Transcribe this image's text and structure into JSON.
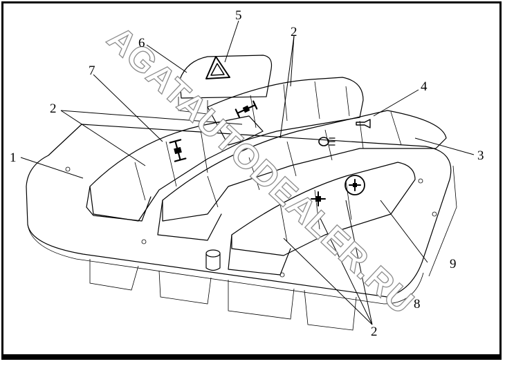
{
  "watermark": "AGATAUTODEALER.RU",
  "callouts": {
    "c1": "1",
    "c2a": "2",
    "c2b": "2",
    "c2c": "2",
    "c3": "3",
    "c4": "4",
    "c5": "5",
    "c6": "6",
    "c7": "7",
    "c8": "8",
    "c9": "9"
  },
  "icons": [
    "hazard-triangle-icon",
    "axle-diff-lock-icon",
    "cross-axle-lock-icon",
    "fog-lamp-icon",
    "horn-icon",
    "center-diff-lock-icon",
    "all-wheel-lock-icon"
  ],
  "colors": {
    "line": "#000000",
    "watermark_outline": "#8c8c8c",
    "background": "#ffffff"
  }
}
